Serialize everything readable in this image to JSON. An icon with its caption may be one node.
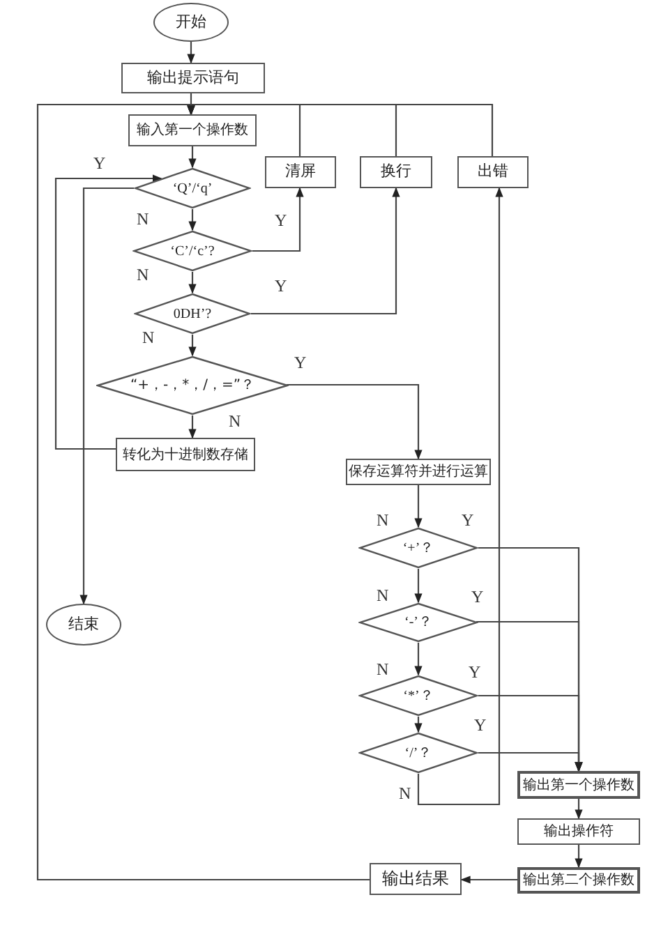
{
  "diagram": {
    "nodes": [
      {
        "text": [
          "开始"
        ]
      },
      {
        "text": [
          "输出提示语句"
        ]
      },
      {
        "text": [
          "输入第一个操作数"
        ]
      },
      {
        "text": [
          "‘Q’/‘q’"
        ]
      },
      {
        "text": [
          "清屏"
        ]
      },
      {
        "text": [
          "换行"
        ]
      },
      {
        "text": [
          "出错"
        ]
      },
      {
        "text": [
          "‘C’/‘c’?"
        ]
      },
      {
        "text": [
          "0DH’?"
        ]
      },
      {
        "text": [
          "“+，-，*，/，=”？"
        ]
      },
      {
        "text": [
          "转化为十进制数存储"
        ]
      },
      {
        "text": [
          "结束"
        ]
      },
      {
        "text": [
          "保存运算符并进行运算"
        ]
      },
      {
        "text": [
          "‘+’？"
        ]
      },
      {
        "text": [
          "‘-’？"
        ]
      },
      {
        "text": [
          "‘*’？"
        ]
      },
      {
        "text": [
          "‘/’？"
        ]
      },
      {
        "text": [
          "输出第一个操作数"
        ]
      },
      {
        "text": [
          "输出操作符"
        ]
      },
      {
        "text": [
          "输出第二个操作数"
        ]
      },
      {
        "text": [
          "输出结果"
        ]
      }
    ],
    "edges": [
      {
        "from": 0,
        "to": 1,
        "arrow": "to"
      },
      {
        "from": 1,
        "to": 2,
        "arrow": "to"
      },
      {
        "from": 2,
        "to": 3,
        "arrow": "to"
      },
      {
        "from": 3,
        "to": 11,
        "arrow": "to",
        "label": "Y"
      },
      {
        "from": 3,
        "to": 7,
        "arrow": "to",
        "label": "N"
      },
      {
        "from": 7,
        "to": 4,
        "arrow": "to",
        "label": "Y"
      },
      {
        "from": 7,
        "to": 8,
        "arrow": "to",
        "label": "N"
      },
      {
        "from": 8,
        "to": 5,
        "arrow": "to",
        "label": "Y"
      },
      {
        "from": 8,
        "to": 9,
        "arrow": "to",
        "label": "N"
      },
      {
        "from": 9,
        "to": 12,
        "arrow": "to",
        "label": "Y"
      },
      {
        "from": 9,
        "to": 10,
        "arrow": "to",
        "label": "N"
      },
      {
        "from": 10,
        "to": 3,
        "arrow": "to"
      },
      {
        "from": 4,
        "to": 2,
        "arrow": "to"
      },
      {
        "from": 5,
        "to": 2,
        "arrow": "to"
      },
      {
        "from": 6,
        "to": 2,
        "arrow": "to"
      },
      {
        "from": 12,
        "to": 13,
        "arrow": "to"
      },
      {
        "from": 13,
        "to": 14,
        "arrow": "to",
        "label": "N"
      },
      {
        "from": 14,
        "to": 15,
        "arrow": "to",
        "label": "N"
      },
      {
        "from": 15,
        "to": 16,
        "arrow": "to"
      },
      {
        "from": 16,
        "to": 6,
        "arrow": "to",
        "label": "N"
      },
      {
        "from": 13,
        "to": 17,
        "arrow": "to",
        "label": "Y"
      },
      {
        "from": 14,
        "to": 17,
        "arrow": "to",
        "label": "Y"
      },
      {
        "from": 15,
        "to": 17,
        "arrow": "to",
        "label": "Y"
      },
      {
        "from": 16,
        "to": 17,
        "arrow": "to",
        "label": "Y"
      },
      {
        "from": 17,
        "to": 18,
        "arrow": "to"
      },
      {
        "from": 18,
        "to": 19,
        "arrow": "to"
      },
      {
        "from": 19,
        "to": 20,
        "arrow": "to"
      },
      {
        "from": 20,
        "to": 2,
        "arrow": "to"
      }
    ],
    "labels": [
      "N"
    ]
  }
}
